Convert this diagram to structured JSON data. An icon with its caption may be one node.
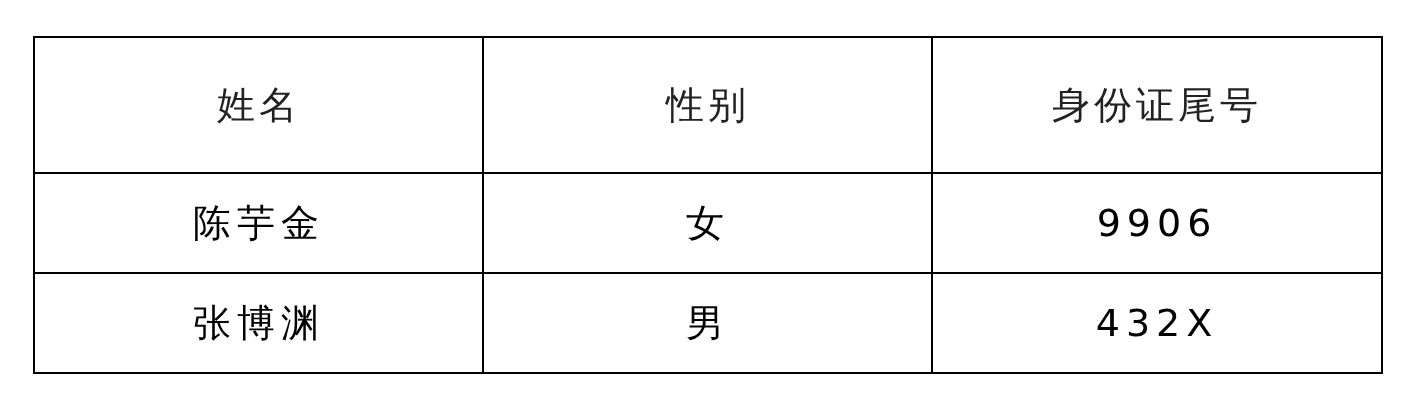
{
  "diagram": {
    "labels": [
      "姓名",
      "性别",
      "身份证尾号",
      "陈芋金",
      "女",
      "9906",
      "张博渊",
      "男",
      "432X"
    ]
  }
}
